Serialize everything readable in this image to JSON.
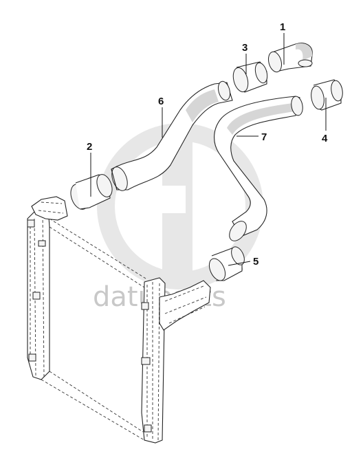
{
  "watermark": {
    "text": "datuparts"
  },
  "callouts": [
    {
      "number": "1"
    },
    {
      "number": "2"
    },
    {
      "number": "3"
    },
    {
      "number": "4"
    },
    {
      "number": "5"
    },
    {
      "number": "6"
    },
    {
      "number": "7"
    }
  ]
}
